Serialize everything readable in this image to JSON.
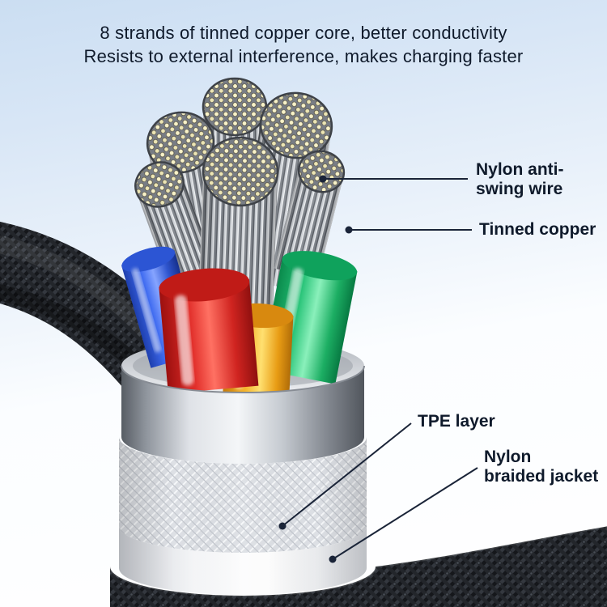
{
  "header": {
    "lines": [
      "8 strands of tinned copper core, better conductivity",
      "Resists to external interference, makes charging faster"
    ]
  },
  "callouts": {
    "anti_swing": {
      "lines": [
        "Nylon anti-",
        "swing wire"
      ]
    },
    "tinned_copper": {
      "lines": [
        "Tinned copper"
      ]
    },
    "tpe_layer": {
      "lines": [
        "TPE layer"
      ]
    },
    "braided_jacket": {
      "lines": [
        "Nylon",
        "braided jacket"
      ]
    }
  },
  "illustration_colors": {
    "core_blue": "#3f6bf0",
    "core_red": "#e02c28",
    "core_yellow": "#f6bb2e",
    "core_green": "#25c276",
    "strand_end": "#f8f2c8",
    "metal_ring": "#d9dce1",
    "tpe_white": "#f6f7f9",
    "jacket_black": "#15171b"
  },
  "style": {
    "text_color": "#0f1a2b",
    "leader_line_color": "#1a2438",
    "background_top": "#cbdef2",
    "background_bottom": "#ffffff"
  }
}
